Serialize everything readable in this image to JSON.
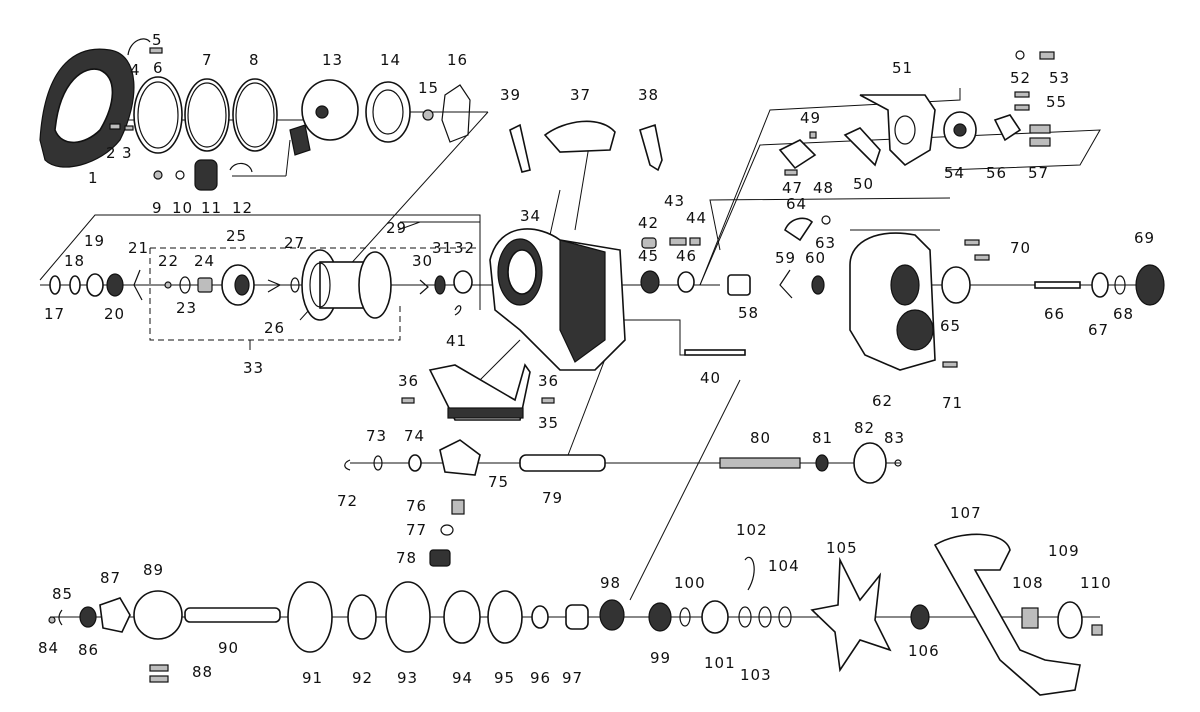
{
  "labels": [
    "1",
    "2",
    "3",
    "4",
    "5",
    "6",
    "7",
    "8",
    "9",
    "10",
    "11",
    "12",
    "13",
    "14",
    "15",
    "16",
    "17",
    "18",
    "19",
    "20",
    "21",
    "22",
    "23",
    "24",
    "25",
    "26",
    "27",
    "29",
    "30",
    "31",
    "32",
    "33",
    "34",
    "35",
    "36",
    "36",
    "37",
    "38",
    "39",
    "40",
    "41",
    "42",
    "43",
    "44",
    "45",
    "46",
    "47",
    "48",
    "49",
    "50",
    "51",
    "52",
    "53",
    "54",
    "55",
    "56",
    "57",
    "58",
    "59",
    "60",
    "62",
    "63",
    "64",
    "65",
    "66",
    "67",
    "68",
    "69",
    "70",
    "71",
    "72",
    "73",
    "74",
    "75",
    "76",
    "77",
    "78",
    "79",
    "80",
    "81",
    "82",
    "83",
    "84",
    "85",
    "86",
    "87",
    "88",
    "89",
    "90",
    "91",
    "92",
    "93",
    "94",
    "95",
    "96",
    "97",
    "98",
    "99",
    "100",
    "101",
    "102",
    "103",
    "104",
    "105",
    "106",
    "107",
    "108",
    "109",
    "110"
  ]
}
